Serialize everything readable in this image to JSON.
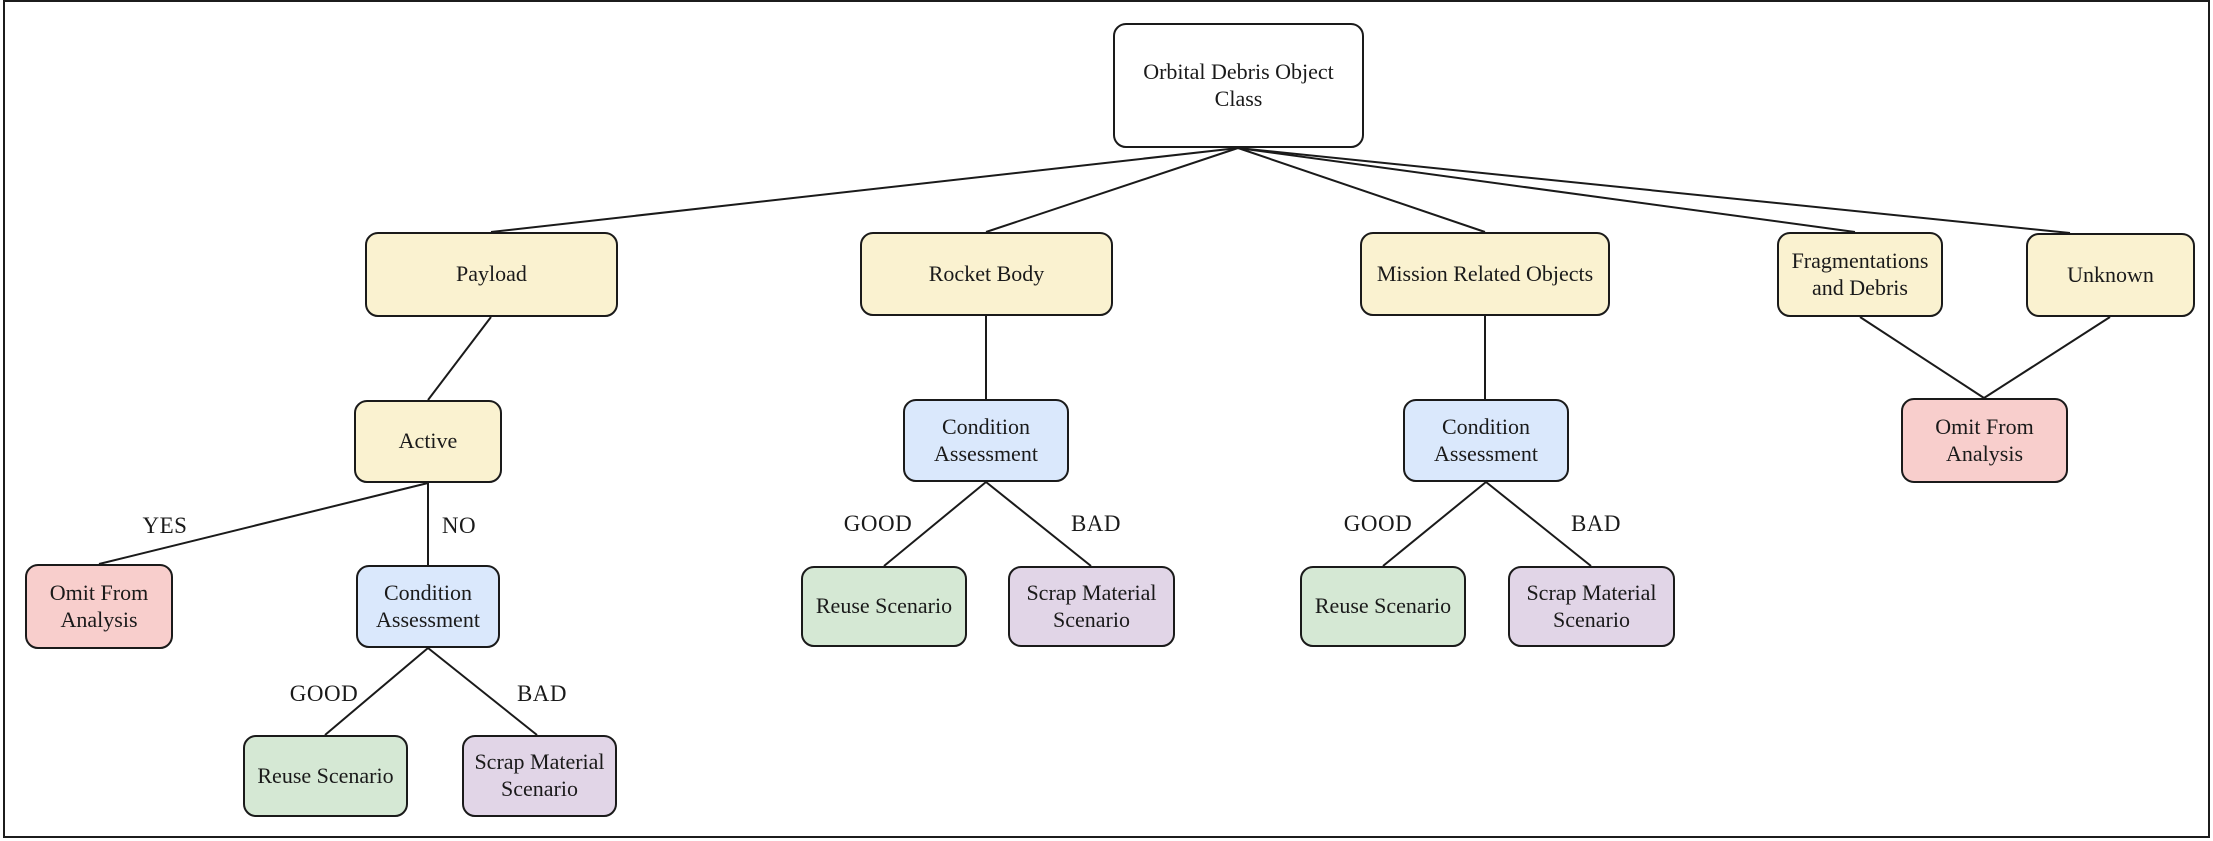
{
  "diagram": {
    "title": "Orbital Debris Object Class decision tree",
    "colors": {
      "root_fill": "#ffffff",
      "category_fill": "#faf2d0",
      "assessment_fill": "#dae8fc",
      "reuse_fill": "#d5e8d4",
      "scrap_fill": "#e1d5e7",
      "omit_fill": "#f8cecc",
      "stroke": "#1a1a1a"
    },
    "nodes": {
      "root": {
        "label": "Orbital Debris Object Class",
        "type": "class"
      },
      "payload": {
        "label": "Payload",
        "type": "category"
      },
      "rocket_body": {
        "label": "Rocket Body",
        "type": "category"
      },
      "mission_related_objects": {
        "label": "Mission Related Objects",
        "type": "category"
      },
      "fragmentations_and_debris": {
        "label": "Fragmentations and Debris",
        "type": "category"
      },
      "unknown": {
        "label": "Unknown",
        "type": "category"
      },
      "active": {
        "label": "Active",
        "type": "category"
      },
      "omit_from_analysis_left": {
        "label": "Omit From Analysis",
        "type": "omit"
      },
      "condition_assessment_payload": {
        "label": "Condition Assessment",
        "type": "assessment"
      },
      "reuse_scenario_payload": {
        "label": "Reuse Scenario",
        "type": "reuse"
      },
      "scrap_material_scenario_payload": {
        "label": "Scrap Material Scenario",
        "type": "scrap"
      },
      "condition_assessment_rocket": {
        "label": "Condition Assessment",
        "type": "assessment"
      },
      "reuse_scenario_rocket": {
        "label": "Reuse Scenario",
        "type": "reuse"
      },
      "scrap_material_scenario_rocket": {
        "label": "Scrap Material Scenario",
        "type": "scrap"
      },
      "condition_assessment_mission": {
        "label": "Condition Assessment",
        "type": "assessment"
      },
      "reuse_scenario_mission": {
        "label": "Reuse Scenario",
        "type": "reuse"
      },
      "scrap_material_scenario_mission": {
        "label": "Scrap Material Scenario",
        "type": "scrap"
      },
      "omit_from_analysis_right": {
        "label": "Omit From Analysis",
        "type": "omit"
      }
    },
    "edges": [
      {
        "from": "root",
        "to": "payload",
        "label": ""
      },
      {
        "from": "root",
        "to": "rocket_body",
        "label": ""
      },
      {
        "from": "root",
        "to": "mission_related_objects",
        "label": ""
      },
      {
        "from": "root",
        "to": "fragmentations_and_debris",
        "label": ""
      },
      {
        "from": "root",
        "to": "unknown",
        "label": ""
      },
      {
        "from": "payload",
        "to": "active",
        "label": ""
      },
      {
        "from": "active",
        "to": "omit_from_analysis_left",
        "label": "YES"
      },
      {
        "from": "active",
        "to": "condition_assessment_payload",
        "label": "NO"
      },
      {
        "from": "condition_assessment_payload",
        "to": "reuse_scenario_payload",
        "label": "GOOD"
      },
      {
        "from": "condition_assessment_payload",
        "to": "scrap_material_scenario_payload",
        "label": "BAD"
      },
      {
        "from": "rocket_body",
        "to": "condition_assessment_rocket",
        "label": ""
      },
      {
        "from": "condition_assessment_rocket",
        "to": "reuse_scenario_rocket",
        "label": "GOOD"
      },
      {
        "from": "condition_assessment_rocket",
        "to": "scrap_material_scenario_rocket",
        "label": "BAD"
      },
      {
        "from": "mission_related_objects",
        "to": "condition_assessment_mission",
        "label": ""
      },
      {
        "from": "condition_assessment_mission",
        "to": "reuse_scenario_mission",
        "label": "GOOD"
      },
      {
        "from": "condition_assessment_mission",
        "to": "scrap_material_scenario_mission",
        "label": "BAD"
      },
      {
        "from": "fragmentations_and_debris",
        "to": "omit_from_analysis_right",
        "label": ""
      },
      {
        "from": "unknown",
        "to": "omit_from_analysis_right",
        "label": ""
      }
    ]
  }
}
